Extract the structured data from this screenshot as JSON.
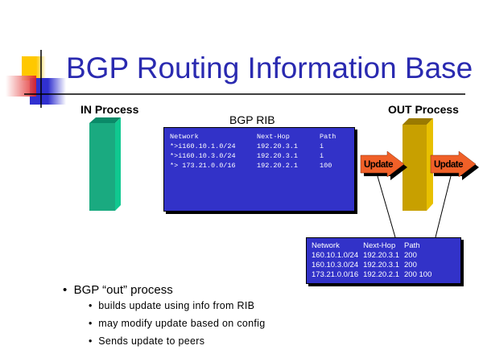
{
  "title": "BGP Routing Information Base",
  "labels": {
    "in_process": "IN Process",
    "out_process": "OUT Process",
    "bgp_rib": "BGP RIB"
  },
  "rib_table": {
    "headers": [
      "Network",
      "Next-Hop",
      "Path"
    ],
    "rows": [
      [
        "*>i160.10.1.0/24",
        "192.20.3.1",
        "i"
      ],
      [
        "*>i160.10.3.0/24",
        "192.20.3.1",
        "i"
      ],
      [
        "*> 173.21.0.0/16",
        "192.20.2.1",
        "100"
      ]
    ]
  },
  "update_table": {
    "headers": [
      "Network",
      "Next-Hop",
      "Path"
    ],
    "rows": [
      [
        "160.10.1.0/24",
        "192.20.3.1",
        "200"
      ],
      [
        "160.10.3.0/24",
        "192.20.3.1",
        "200"
      ],
      [
        "173.21.0.0/16",
        "192.20.2.1",
        "200 100"
      ]
    ]
  },
  "arrows": {
    "left": "Update",
    "right": "Update"
  },
  "bullets": {
    "main": "BGP “out” process",
    "sub": [
      "builds update using info from RIB",
      "may modify update based on config",
      "Sends update to peers"
    ]
  },
  "colors": {
    "title": "#2a2ab0",
    "box": "#3232c8",
    "in_bar": "#1aaa80",
    "out_bar": "#c8a000",
    "arrow": "#f06028"
  }
}
